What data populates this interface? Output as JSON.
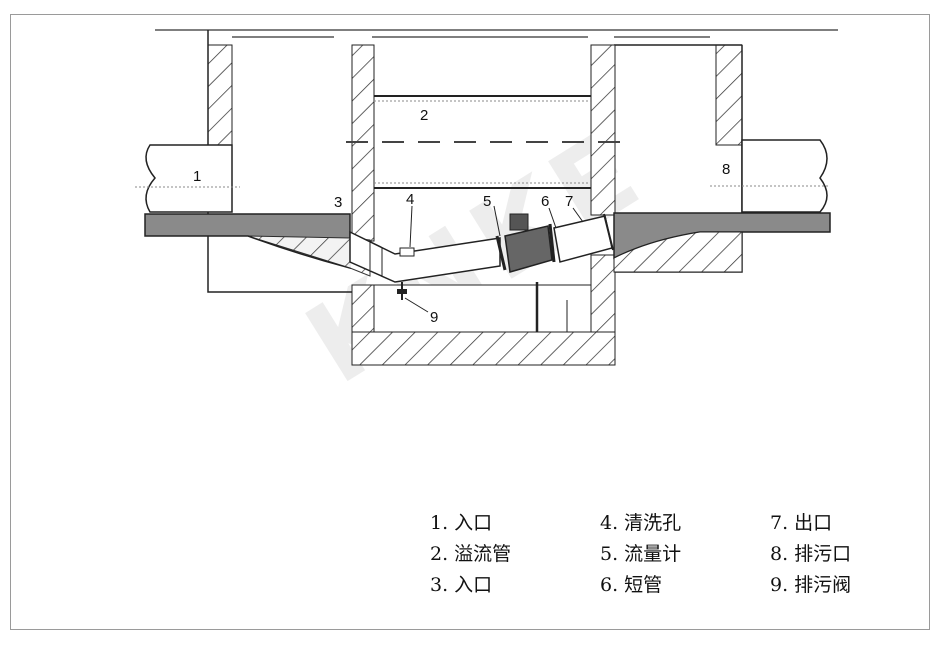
{
  "watermark": "KNKE",
  "callouts": [
    "1",
    "2",
    "3",
    "4",
    "5",
    "6",
    "7",
    "8",
    "9"
  ],
  "legend": [
    "1. 入口",
    "4. 清洗孔",
    "7. 出口",
    "2. 溢流管",
    "5. 流量计",
    "8. 排污口",
    "3. 入口",
    "6. 短管",
    "9. 排污阀"
  ],
  "colors": {
    "water": "#8a8a8a",
    "hatch": "#333333",
    "pipe": "#ffffff",
    "line": "#222222"
  }
}
